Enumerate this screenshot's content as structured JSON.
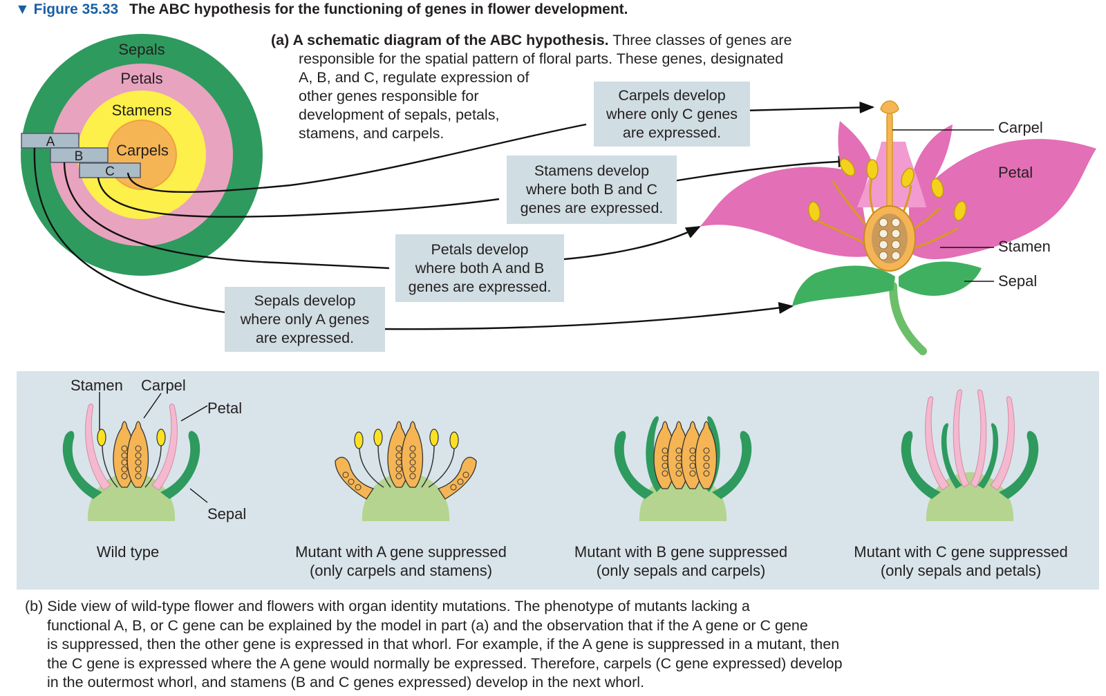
{
  "figure": {
    "marker": "▼",
    "number": "Figure 35.33",
    "title": "The ABC hypothesis for the functioning of genes in flower development."
  },
  "part_a": {
    "lead": "(a) A schematic diagram of the ABC hypothesis.",
    "lines": [
      " Three classes of genes are",
      "responsible for the spatial pattern of floral parts. These genes, designated",
      "A, B, and C, regulate expression of",
      "other genes responsible for",
      "development of sepals, petals,",
      "stamens, and carpels."
    ],
    "whorls": {
      "sepals": "Sepals",
      "petals": "Petals",
      "stamens": "Stamens",
      "carpels": "Carpels"
    },
    "genes": {
      "a": "A",
      "b": "B",
      "c": "C"
    },
    "boxes": {
      "carpels": "Carpels develop\nwhere only C genes\nare expressed.",
      "stamens": "Stamens develop\nwhere both B and C\ngenes are expressed.",
      "petals": "Petals develop\nwhere both A and B\ngenes are expressed.",
      "sepals": "Sepals develop\nwhere only A genes\nare expressed."
    },
    "flower_labels": {
      "carpel": "Carpel",
      "petal": "Petal",
      "stamen": "Stamen",
      "sepal": "Sepal"
    }
  },
  "part_b": {
    "wt_labels": {
      "stamen": "Stamen",
      "carpel": "Carpel",
      "petal": "Petal",
      "sepal": "Sepal"
    },
    "flowers": [
      {
        "label": "Wild type"
      },
      {
        "label": "Mutant with A gene suppressed\n(only carpels and stamens)"
      },
      {
        "label": "Mutant with B gene suppressed\n(only sepals and carpels)"
      },
      {
        "label": "Mutant with C gene suppressed\n(only sepals and petals)"
      }
    ],
    "lead": "(b) Side view of wild-type flower and flowers with organ identity mutations.",
    "lines": [
      " The phenotype of mutants lacking a",
      "functional A, B, or C gene can be explained by the model in part (a) and the observation that if the A gene or C gene",
      "is suppressed, then the other gene is expressed in that whorl. For example, if the A gene is suppressed in a mutant, then",
      "the C gene is expressed where the A gene would normally be expressed. Therefore, carpels (C gene expressed) develop",
      "in the outermost whorl, and stamens (B and C genes expressed) develop in the next whorl."
    ]
  },
  "colors": {
    "title_blue": "#1a5fa3",
    "sepal_green": "#2e9a5e",
    "petal_pink": "#e8a3bf",
    "stamen_yellow": "#fdf04a",
    "carpel_orange": "#f5b555",
    "box_gray": "#d0dde3",
    "panel_blue": "#d8e4ea",
    "receptacle": "#b5d48f"
  }
}
